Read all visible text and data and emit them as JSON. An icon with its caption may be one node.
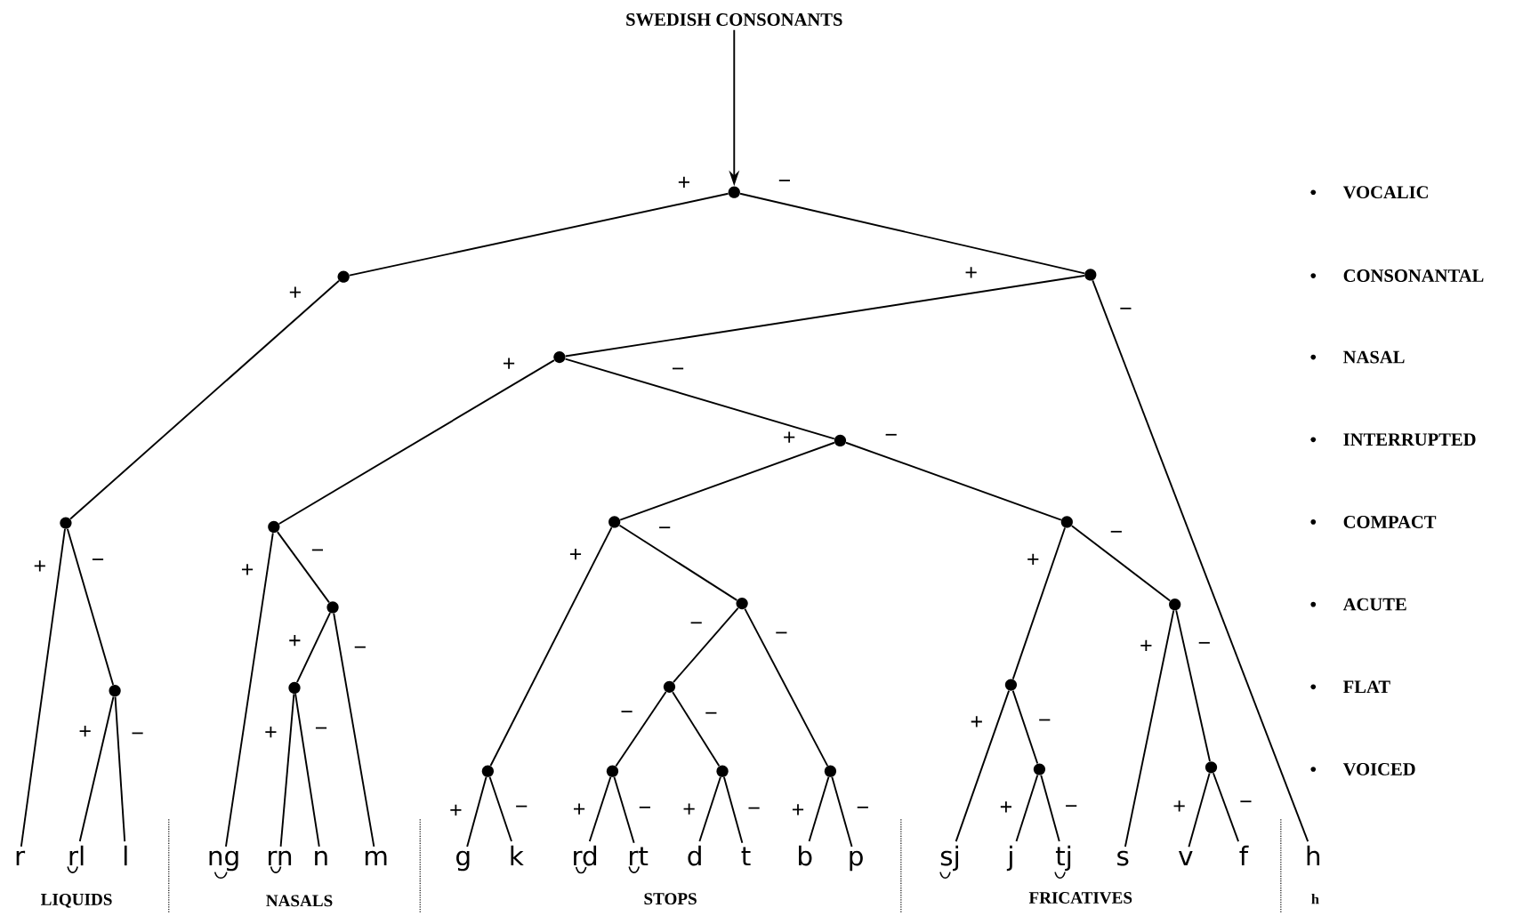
{
  "diagram": {
    "nodes": [
      {
        "text": [
          "SWEDISH CONSONANTS"
        ]
      },
      {
        "text": [],
        "shape": "circle"
      },
      {
        "text": [],
        "shape": "circle"
      },
      {
        "text": [],
        "shape": "circle"
      },
      {
        "text": [],
        "shape": "circle"
      },
      {
        "text": [],
        "shape": "circle"
      },
      {
        "text": [],
        "shape": "circle"
      },
      {
        "text": [],
        "shape": "circle"
      },
      {
        "text": [],
        "shape": "circle"
      },
      {
        "text": [],
        "shape": "circle"
      },
      {
        "text": [],
        "shape": "circle"
      },
      {
        "text": [],
        "shape": "circle"
      },
      {
        "text": [],
        "shape": "circle"
      },
      {
        "text": [],
        "shape": "circle"
      },
      {
        "text": [],
        "shape": "circle"
      },
      {
        "text": [],
        "shape": "circle"
      },
      {
        "text": [],
        "shape": "circle"
      },
      {
        "text": [],
        "shape": "circle"
      },
      {
        "text": [],
        "shape": "circle"
      },
      {
        "text": [],
        "shape": "circle"
      },
      {
        "text": [],
        "shape": "circle"
      },
      {
        "text": [],
        "shape": "circle"
      },
      {
        "text": [],
        "shape": "circle"
      },
      {
        "text": [
          "r"
        ]
      },
      {
        "text": [
          "rl"
        ]
      },
      {
        "text": [
          "l"
        ]
      },
      {
        "text": [
          "ng"
        ]
      },
      {
        "text": [
          "rn"
        ]
      },
      {
        "text": [
          "n"
        ]
      },
      {
        "text": [
          "m"
        ]
      },
      {
        "text": [
          "g"
        ]
      },
      {
        "text": [
          "k"
        ]
      },
      {
        "text": [
          "rd"
        ]
      },
      {
        "text": [
          "rt"
        ]
      },
      {
        "text": [
          "d"
        ]
      },
      {
        "text": [
          "t"
        ]
      },
      {
        "text": [
          "b"
        ]
      },
      {
        "text": [
          "p"
        ]
      },
      {
        "text": [
          "sj"
        ]
      },
      {
        "text": [
          "j"
        ]
      },
      {
        "text": [
          "tj"
        ]
      },
      {
        "text": [
          "s"
        ]
      },
      {
        "text": [
          "v"
        ]
      },
      {
        "text": [
          "f"
        ]
      },
      {
        "text": [
          "h"
        ]
      }
    ],
    "edges": [
      {
        "from": 0,
        "to": 1,
        "arrow": "to"
      },
      {
        "from": 1,
        "to": 2,
        "arrow": "none",
        "label": "+"
      },
      {
        "from": 1,
        "to": 3,
        "arrow": "none",
        "label": "−"
      },
      {
        "from": 2,
        "to": 4,
        "arrow": "none",
        "label": "+"
      },
      {
        "from": 3,
        "to": 5,
        "arrow": "none",
        "label": "+"
      },
      {
        "from": 3,
        "to": 44,
        "arrow": "none",
        "label": "−"
      },
      {
        "from": 5,
        "to": 6,
        "arrow": "none",
        "label": "+"
      },
      {
        "from": 5,
        "to": 7,
        "arrow": "none",
        "label": "−"
      },
      {
        "from": 4,
        "to": 23,
        "arrow": "none",
        "label": "+"
      },
      {
        "from": 4,
        "to": 8,
        "arrow": "none",
        "label": "−"
      },
      {
        "from": 8,
        "to": 24,
        "arrow": "none",
        "label": "+"
      },
      {
        "from": 8,
        "to": 25,
        "arrow": "none",
        "label": "−"
      },
      {
        "from": 6,
        "to": 26,
        "arrow": "none",
        "label": "+"
      },
      {
        "from": 6,
        "to": 9,
        "arrow": "none",
        "label": "−"
      },
      {
        "from": 9,
        "to": 10,
        "arrow": "none",
        "label": "+"
      },
      {
        "from": 9,
        "to": 29,
        "arrow": "none",
        "label": "−"
      },
      {
        "from": 10,
        "to": 27,
        "arrow": "none",
        "label": "+"
      },
      {
        "from": 10,
        "to": 28,
        "arrow": "none",
        "label": "−"
      },
      {
        "from": 7,
        "to": 11,
        "arrow": "none",
        "label": "+"
      },
      {
        "from": 7,
        "to": 12,
        "arrow": "none",
        "label": "−"
      },
      {
        "from": 11,
        "to": 13,
        "arrow": "none",
        "label": "+"
      },
      {
        "from": 11,
        "to": 14,
        "arrow": "none",
        "label": "−"
      },
      {
        "from": 13,
        "to": 30,
        "arrow": "none",
        "label": "+"
      },
      {
        "from": 13,
        "to": 31,
        "arrow": "none",
        "label": "−"
      },
      {
        "from": 14,
        "to": 15,
        "arrow": "none",
        "label": "−"
      },
      {
        "from": 14,
        "to": 16,
        "arrow": "none",
        "label": "−"
      },
      {
        "from": 15,
        "to": 17,
        "arrow": "none",
        "label": "−"
      },
      {
        "from": 15,
        "to": 18,
        "arrow": "none",
        "label": "−"
      },
      {
        "from": 17,
        "to": 32,
        "arrow": "none",
        "label": "+"
      },
      {
        "from": 17,
        "to": 33,
        "arrow": "none",
        "label": "−"
      },
      {
        "from": 18,
        "to": 34,
        "arrow": "none",
        "label": "+"
      },
      {
        "from": 18,
        "to": 35,
        "arrow": "none",
        "label": "−"
      },
      {
        "from": 16,
        "to": 36,
        "arrow": "none",
        "label": "+"
      },
      {
        "from": 16,
        "to": 37,
        "arrow": "none",
        "label": "−"
      },
      {
        "from": 12,
        "to": 19,
        "arrow": "none",
        "label": "+"
      },
      {
        "from": 12,
        "to": 20,
        "arrow": "none",
        "label": "−"
      },
      {
        "from": 19,
        "to": 38,
        "arrow": "none",
        "label": "+"
      },
      {
        "from": 19,
        "to": 21,
        "arrow": "none",
        "label": "−"
      },
      {
        "from": 21,
        "to": 39,
        "arrow": "none",
        "label": "+"
      },
      {
        "from": 21,
        "to": 40,
        "arrow": "none",
        "label": "−"
      },
      {
        "from": 20,
        "to": 41,
        "arrow": "none",
        "label": "+"
      },
      {
        "from": 20,
        "to": 22,
        "arrow": "none",
        "label": "−"
      },
      {
        "from": 22,
        "to": 42,
        "arrow": "none",
        "label": "+"
      },
      {
        "from": 22,
        "to": 43,
        "arrow": "none",
        "label": "−"
      }
    ],
    "labels": [
      "VOCALIC",
      "CONSONANTAL",
      "NASAL",
      "INTERRUPTED",
      "COMPACT",
      "ACUTE",
      "FLAT",
      "VOICED",
      "LIQUIDS",
      "NASALS",
      "STOPS",
      "FRICATIVES",
      "h"
    ]
  }
}
